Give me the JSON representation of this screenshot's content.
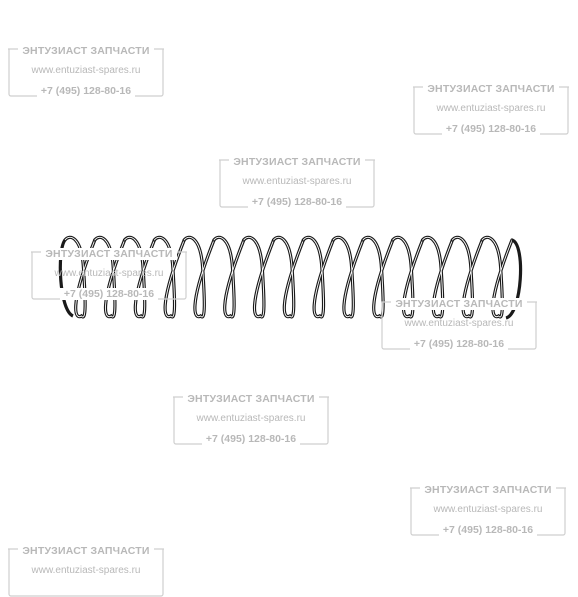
{
  "watermark": {
    "name": "ЭНТУЗИАСТ ЗАПЧАСТИ",
    "url": "www.entuziast-spares.ru",
    "phone": "+7 (495) 128-80-16"
  },
  "colors": {
    "background": "#ffffff",
    "spring": "#1a1a1a",
    "watermark": "#b8b8b8"
  },
  "spring": {
    "turns": 15
  }
}
